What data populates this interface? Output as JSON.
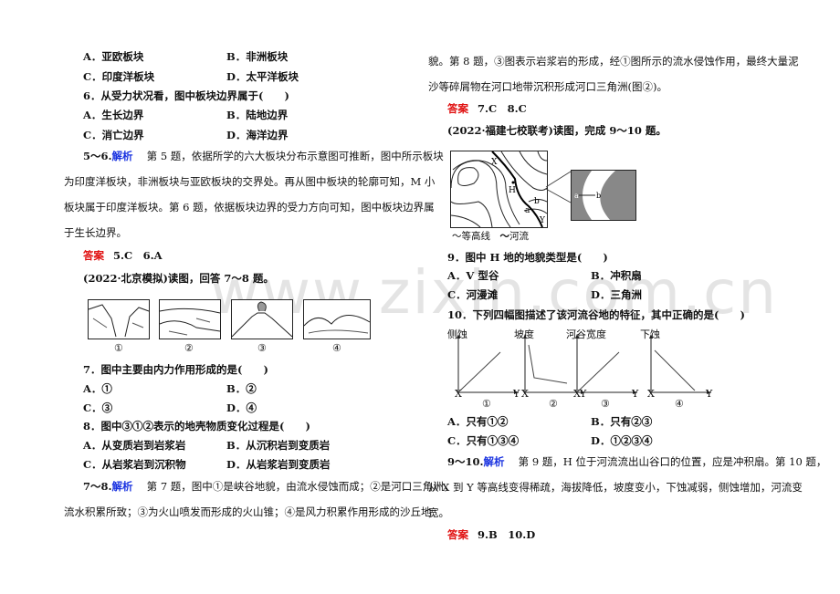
{
  "watermark": "www.zixin.com.cn",
  "left": {
    "q5_options": [
      "A．亚欧板块",
      "B．非洲板块",
      "C．印度洋板块",
      "D．太平洋板块"
    ],
    "q6": "6．从受力状况看，图中板块边界属于(　　)",
    "q6_options": [
      "A．生长边界",
      "B．陆地边界",
      "C．消亡边界",
      "D．海洋边界"
    ],
    "a56_label": "5～6.",
    "a56_tag": "解析",
    "a56_lines": [
      "第 5 题，依据所学的六大板块分布示意图可推断，图中所示板块",
      "为印度洋板块，非洲板块与亚欧板块的交界处。再从图中板块的轮廓可知，M 小",
      "板块属于印度洋板块。第 6 题，依据板块边界的受力方向可知，图中板块边界属",
      "于生长边界。"
    ],
    "ans56_tag": "答案",
    "ans56": "5.C　6.A",
    "source78": "(2022·北京模拟)读图，回答 7～8 题。",
    "pic_labels": [
      "①",
      "②",
      "③",
      "④"
    ],
    "q7": "7．图中主要由内力作用形成的是(　　)",
    "q7_options": [
      "A．①",
      "B．②",
      "C．③",
      "D．④"
    ],
    "q8": "8．图中③①②表示的地壳物质变化过程是(　　)",
    "q8_options": [
      "A．从变质岩到岩浆岩",
      "B．从沉积岩到变质岩",
      "C．从岩浆岩到沉积物",
      "D．从岩浆岩到变质岩"
    ],
    "a78_label": "7～8.",
    "a78_tag": "解析",
    "a78_lines": [
      "第 7 题，图中①是峡谷地貌，由流水侵蚀而成；②是河口三角洲，",
      "流水积累所致；③为火山喷发而形成的火山锥；④是风力积累作用形成的沙丘地"
    ]
  },
  "right": {
    "a78_cont": [
      "貌。第 8 题，③图表示岩浆岩的形成，经①图所示的流水侵蚀作用，最终大量泥",
      "沙等碎屑物在河口地带沉积形成河口三角洲(图②)。"
    ],
    "ans78_tag": "答案",
    "ans78": "7.C　8.C",
    "source910": "(2022·福建七校联考)读图，完成 9～10 题。",
    "map_labels": {
      "x": "X",
      "h": "H",
      "a": "a",
      "b": "b",
      "y": "Y"
    },
    "legend": [
      "等高线",
      "河流"
    ],
    "q9": "9．图中 H 地的地貌类型是(　　)",
    "q9_options": [
      "A．V 型谷",
      "B．冲积扇",
      "C．河漫滩",
      "D．三角洲"
    ],
    "q10": "10．下列四幅图描述了该河流谷地的特征，其中正确的是(　　)",
    "charts": [
      {
        "ylabel": "侧蚀",
        "x0": "X",
        "x1": "Y",
        "num": "①"
      },
      {
        "ylabel": "坡度",
        "x0": "X",
        "x1": "Y",
        "num": "②"
      },
      {
        "ylabel": "河谷宽度",
        "x0": "X",
        "x1": "Y",
        "num": "③"
      },
      {
        "ylabel": "下蚀",
        "x0": "X",
        "x1": "Y",
        "num": "④"
      }
    ],
    "q10_options": [
      "A．只有①②",
      "B．只有②③",
      "C．只有①③④",
      "D．①②③④"
    ],
    "a910_label": "9～10.",
    "a910_tag": "解析",
    "a910_lines": [
      "第 9 题，H 位于河流流出山谷口的位置，应是冲积扇。第 10 题，",
      "从 X 到 Y 等高线变得稀疏，海拔降低，坡度变小，下蚀减弱，侧蚀增加，河流变",
      "宽。"
    ],
    "ans910_tag": "答案",
    "ans910": "9.B　10.D"
  }
}
